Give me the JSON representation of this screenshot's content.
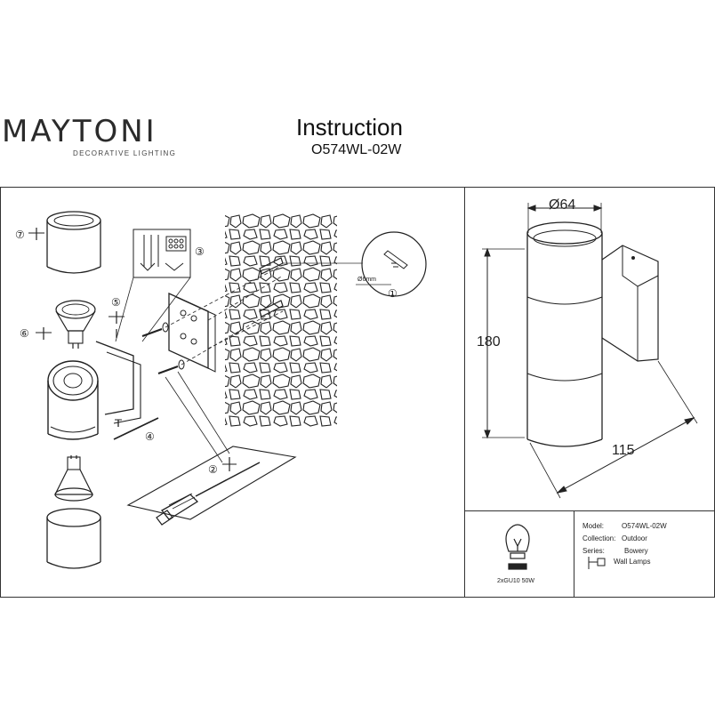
{
  "brand": {
    "name": "MAYTONI",
    "tagline": "DECORATIVE LIGHTING"
  },
  "header": {
    "title": "Instruction",
    "model": "O574WL-02W"
  },
  "steps": {
    "s1": "①",
    "s2": "②",
    "s3": "③",
    "s4": "④",
    "s5": "⑤",
    "s6": "⑥",
    "s7": "⑦"
  },
  "drill_label": "Ø6mm",
  "dimensions": {
    "diameter": "Ø64",
    "height": "180",
    "depth": "115"
  },
  "bulb": {
    "label": "2xGU10 50W"
  },
  "specs": {
    "model_key": "Model:",
    "model_val": "O574WL-02W",
    "collection_key": "Collection:",
    "collection_val": "Outdoor",
    "series_key": "Series:",
    "series_val": "Bowery",
    "type_val": "Wall Lamps"
  }
}
